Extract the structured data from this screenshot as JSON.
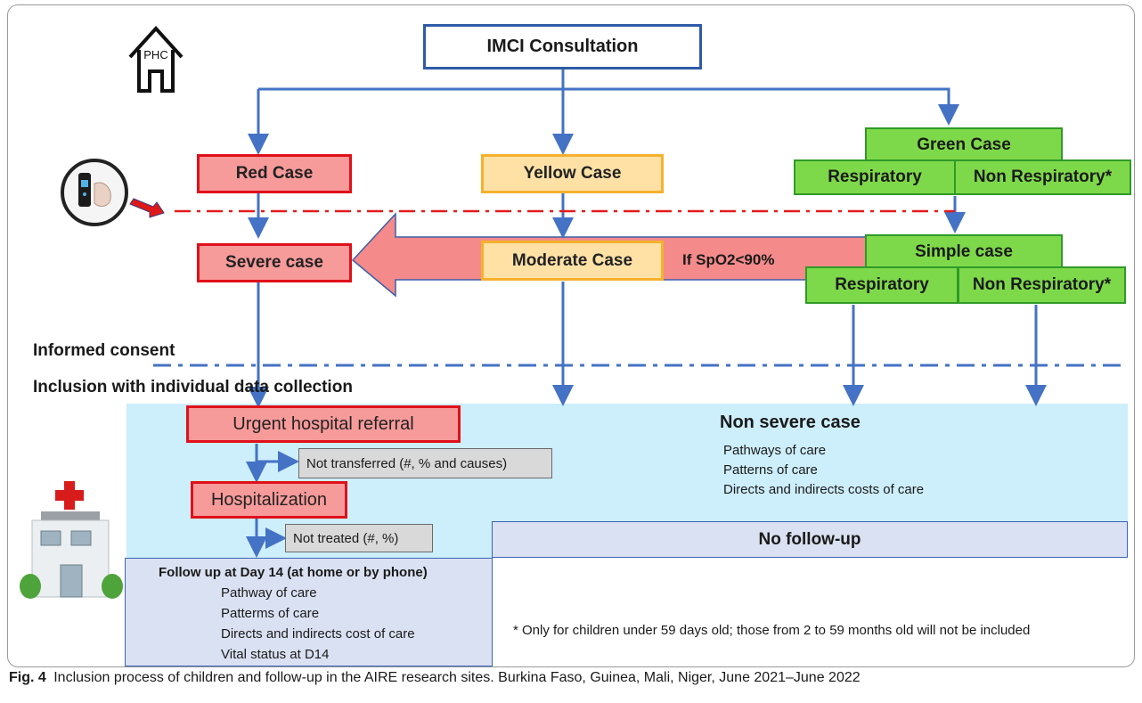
{
  "nodes": {
    "imci": "IMCI Consultation",
    "red_case": "Red Case",
    "yellow_case": "Yellow Case",
    "green_case": "Green Case",
    "green_respiratory": "Respiratory",
    "green_non_respiratory": "Non Respiratory*",
    "severe_case": "Severe case",
    "moderate_case": "Moderate Case",
    "spo2_condition": "If SpO2<90%",
    "simple_case": "Simple case",
    "simple_respiratory": "Respiratory",
    "simple_non_respiratory": "Non Respiratory*",
    "informed_consent": "Informed consent",
    "inclusion": "Inclusion with individual data collection",
    "urgent_referral": "Urgent hospital referral",
    "not_transferred": "Not transferred (#, % and causes)",
    "hospitalization": "Hospitalization",
    "not_treated": "Not treated (#, %)",
    "non_severe_title": "Non severe case",
    "non_severe_items": [
      "Pathways of care",
      "Patterns of care",
      "Directs and indirects costs of care"
    ],
    "no_follow_up": "No follow-up",
    "follow_up_title": "Follow up at Day 14 (at home or by phone)",
    "follow_up_items": [
      "Pathway of care",
      "Patterms of care",
      "Directs and indirects cost of care",
      "Vital status at D14"
    ],
    "footnote": "* Only for children under 59 days old; those from 2 to 59 months old will not be included"
  },
  "icons": {
    "house_label": "PHC"
  },
  "caption": {
    "prefix": "Fig. 4",
    "text": "Inclusion process of children and follow-up in the AIRE research sites. Burkina Faso, Guinea, Mali, Niger, June 2021–June 2022"
  },
  "colors": {
    "arrow_blue": "#4472c4",
    "red_fill": "#f79a9a",
    "red_border": "#e0101a",
    "yellow_fill": "#ffe1a6",
    "yellow_border": "#f5b12d",
    "green_fill": "#7ed94a",
    "green_border": "#2f9a28",
    "light_blue_panel": "#cdeefb",
    "lavender_panel": "#d9e1f2"
  }
}
